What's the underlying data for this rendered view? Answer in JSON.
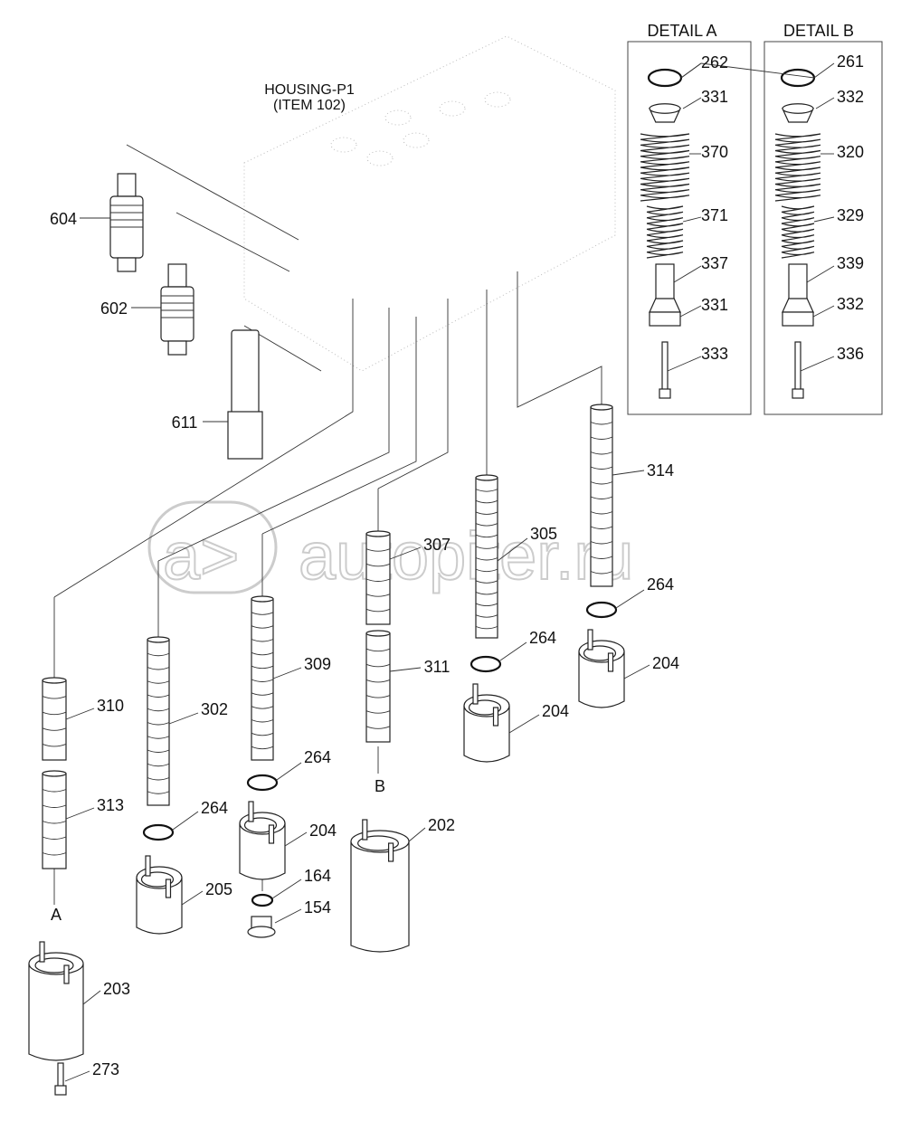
{
  "housing": {
    "line1": "HOUSING-P1",
    "line2": "(ITEM 102)"
  },
  "watermark": "autopiter.ru",
  "detail_a": {
    "title": "DETAIL A",
    "items": [
      "262",
      "331",
      "370",
      "371",
      "337",
      "331",
      "333"
    ]
  },
  "detail_b": {
    "title": "DETAIL B",
    "items": [
      "261",
      "332",
      "320",
      "329",
      "339",
      "332",
      "336"
    ]
  },
  "callouts": {
    "c604": "604",
    "c602": "602",
    "c611": "611",
    "c314": "314",
    "c305": "305",
    "c307": "307",
    "c264a": "264",
    "c264b": "264",
    "c204a": "204",
    "c309": "309",
    "c311": "311",
    "c204b": "204",
    "c310": "310",
    "c302": "302",
    "c264c": "264",
    "c264d": "264",
    "c313": "313",
    "c204c": "204",
    "c202": "202",
    "c205": "205",
    "c164": "164",
    "c154": "154",
    "c203": "203",
    "c273": "273"
  },
  "markers": {
    "a": "A",
    "b": "B"
  }
}
